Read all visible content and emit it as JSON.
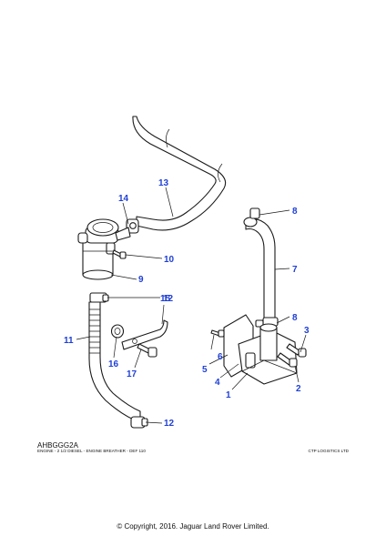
{
  "callouts": {
    "c1": "1",
    "c2": "2",
    "c3": "3",
    "c4": "4",
    "c5": "5",
    "c6": "6",
    "c7": "7",
    "c8a": "8",
    "c8b": "8",
    "c9": "9",
    "c10": "10",
    "c11": "11",
    "c12a": "12",
    "c12b": "12",
    "c13": "13",
    "c14": "14",
    "c15": "15",
    "c16": "16",
    "c17": "17"
  },
  "footer": {
    "code": "AHBGGG2A",
    "description": "ENGINE - 2 1/2 DIESEL - ENGINE BREATHER - DEF 110",
    "vendor": "CTP LOGISTICS LTD",
    "copyright": "© Copyright, 2016. Jaguar Land Rover Limited."
  },
  "colors": {
    "callout": "#1f3fd6",
    "line": "#1a1a1a"
  }
}
